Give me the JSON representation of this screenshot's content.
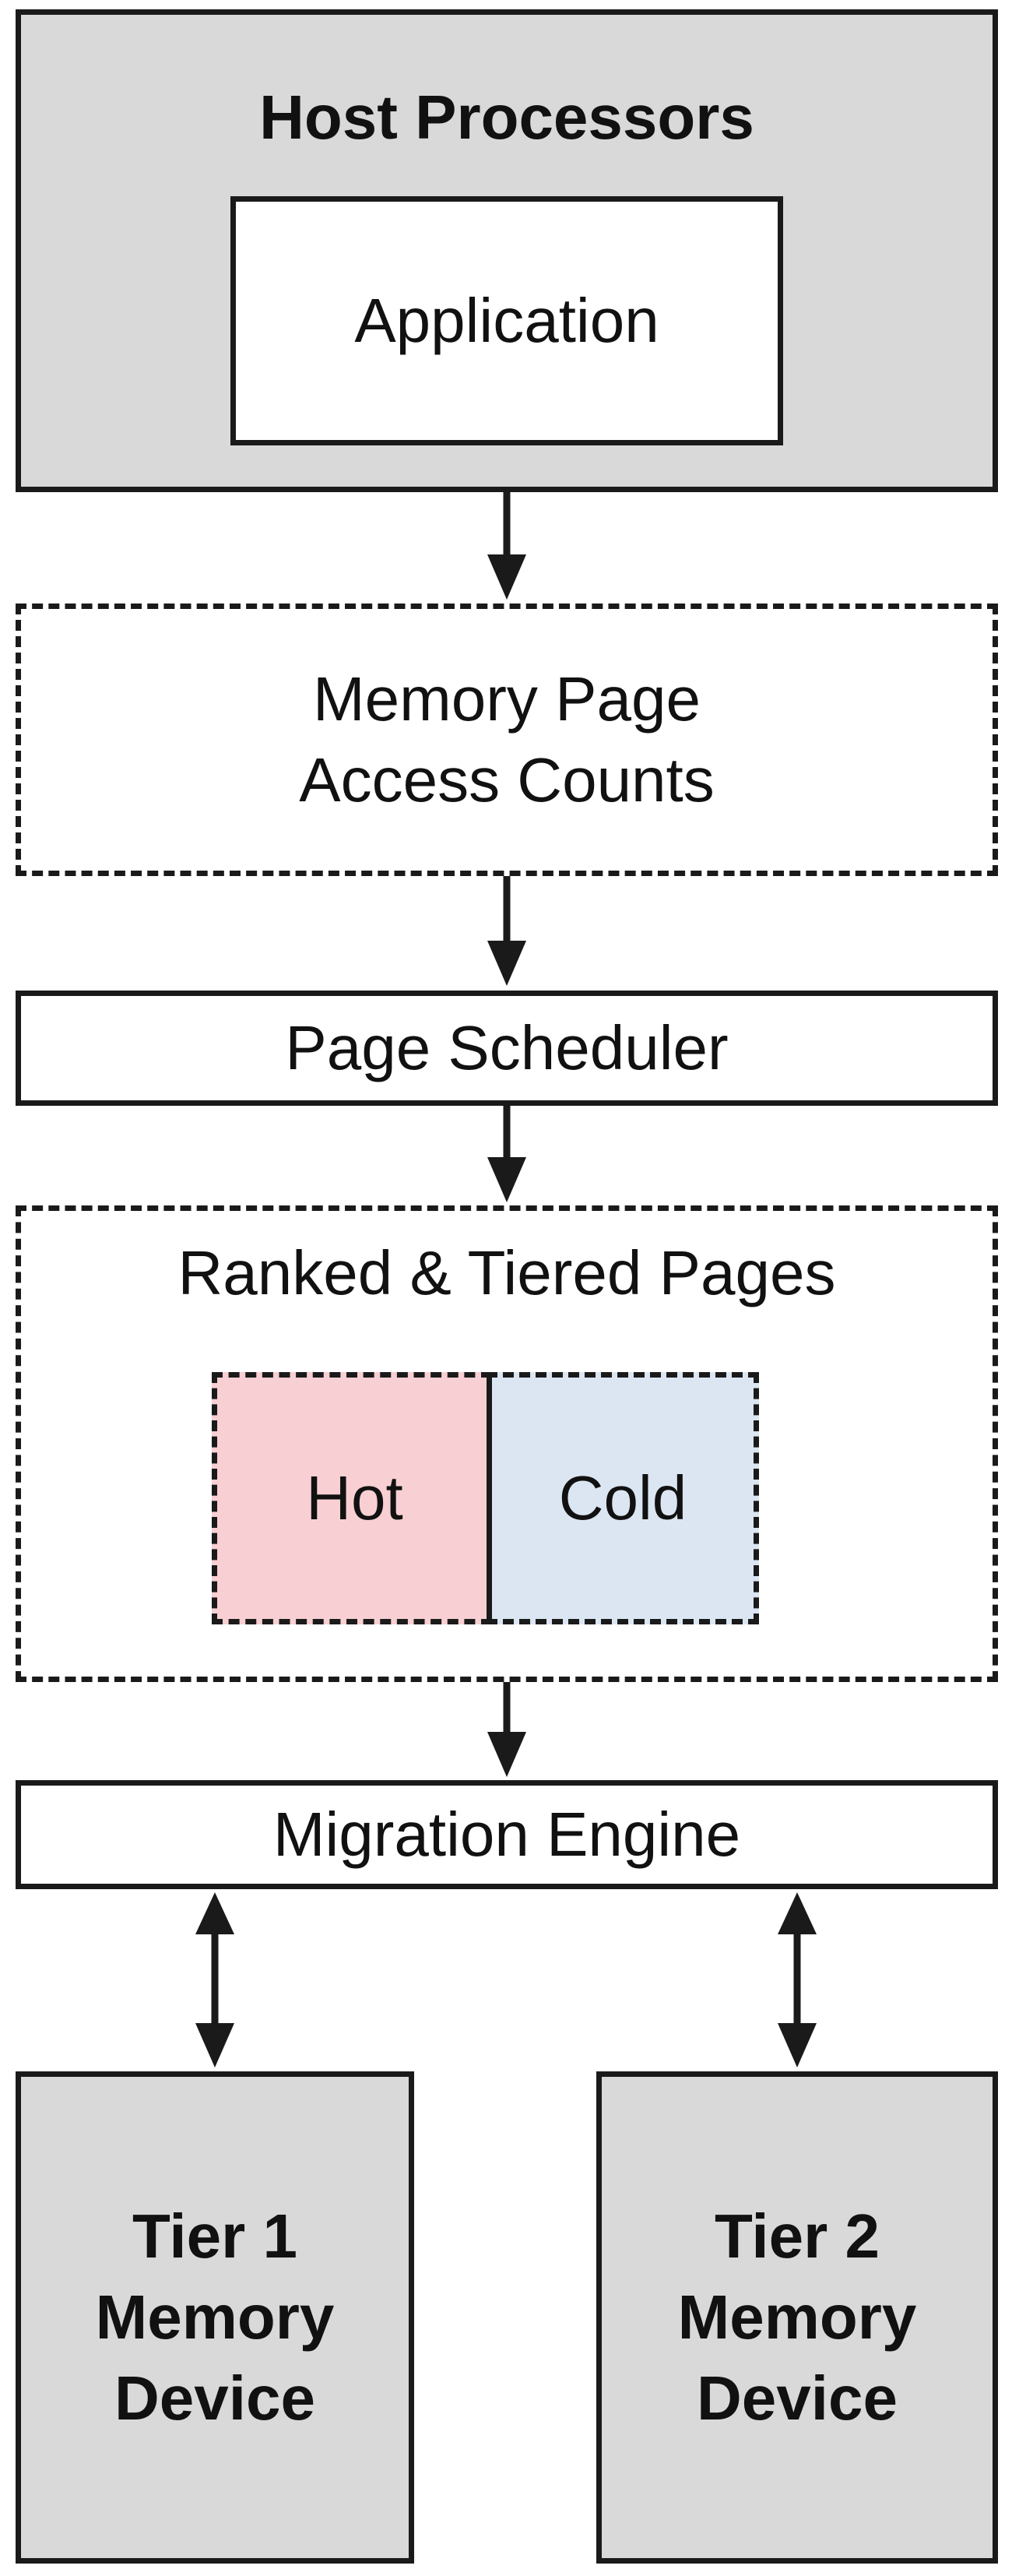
{
  "nodes": {
    "host_processors": "Host Processors",
    "application": "Application",
    "access_counts": [
      "Memory Page",
      "Access Counts"
    ],
    "page_scheduler": "Page Scheduler",
    "ranked_tiered": "Ranked & Tiered Pages",
    "hot": "Hot",
    "cold": "Cold",
    "migration_engine": "Migration Engine",
    "tier1": [
      "Tier 1",
      "Memory",
      "Device"
    ],
    "tier2": [
      "Tier 2",
      "Memory",
      "Device"
    ]
  },
  "colors": {
    "box_gray": "#d9d9d9",
    "hot_fill": "#f8cfd2",
    "cold_fill": "#dce6f2",
    "stroke": "#1a1a1a"
  }
}
